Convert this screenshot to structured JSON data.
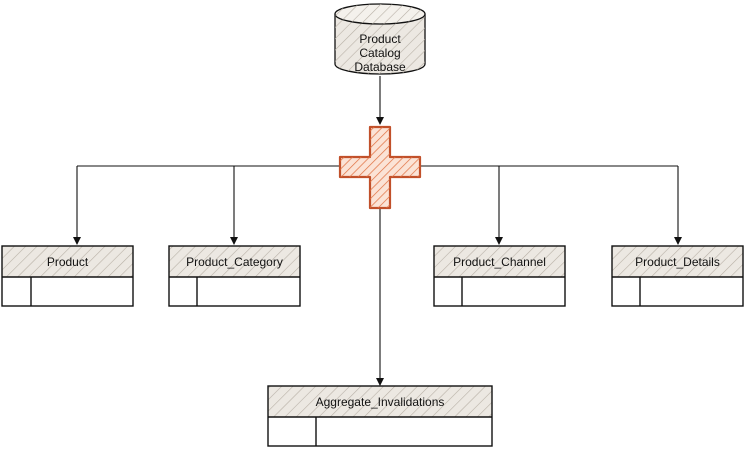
{
  "diagram": {
    "database": {
      "lines": [
        "Product",
        "Catalog",
        "Database"
      ]
    },
    "join_icon": "plus-icon",
    "tables": {
      "product": "Product",
      "product_category": "Product_Category",
      "product_channel": "Product_Channel",
      "product_details": "Product_Details",
      "aggregate_invalidations": "Aggregate_Invalidations"
    },
    "colors": {
      "stroke": "#111111",
      "hatch": "#b8b0a6",
      "header_fill": "#ece8e2",
      "plus_stroke": "#c1502a",
      "plus_hatch": "#e07040"
    }
  }
}
